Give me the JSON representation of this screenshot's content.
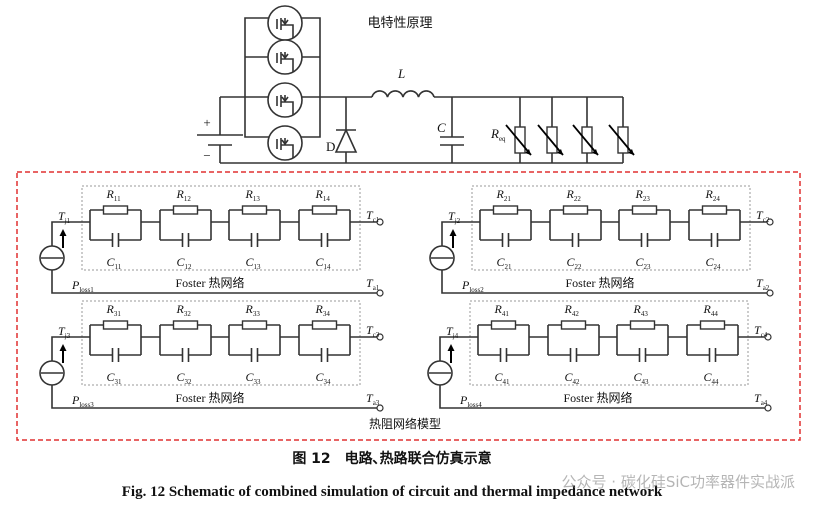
{
  "top_circuit": {
    "title": "电特性原理",
    "plus": "+",
    "minus": "−",
    "diode_label": "D",
    "inductor_label": "L",
    "capacitor_label": "C",
    "load_label": "R",
    "load_sub": "eq"
  },
  "thermal": {
    "box_label": "热阻网络模型",
    "networks": [
      {
        "tj": "j1",
        "tc": "c1",
        "ta": "a1",
        "ploss": "loss1",
        "r": [
          "11",
          "12",
          "13",
          "14"
        ],
        "c": [
          "11",
          "12",
          "13",
          "14"
        ],
        "label": "Foster 热网络"
      },
      {
        "tj": "j2",
        "tc": "c2",
        "ta": "a2",
        "ploss": "loss2",
        "r": [
          "21",
          "22",
          "23",
          "24"
        ],
        "c": [
          "21",
          "22",
          "23",
          "24"
        ],
        "label": "Foster 热网络"
      },
      {
        "tj": "j3",
        "tc": "c3",
        "ta": "a3",
        "ploss": "loss3",
        "r": [
          "31",
          "32",
          "33",
          "34"
        ],
        "c": [
          "31",
          "32",
          "33",
          "34"
        ],
        "label": "Foster 热网络"
      },
      {
        "tj": "j4",
        "tc": "c4",
        "ta": "a4",
        "ploss": "loss4",
        "r": [
          "41",
          "42",
          "43",
          "44"
        ],
        "c": [
          "41",
          "42",
          "43",
          "44"
        ],
        "label": "Foster 热网络"
      }
    ]
  },
  "caption": {
    "cn": "图 12　电路､热路联合仿真示意",
    "en": "Fig. 12 Schematic of combined simulation of circuit and thermal impedance network"
  },
  "watermark": "公众号 · 碳化硅SiC功率器件实战派",
  "colors": {
    "frame": "#e03030",
    "wire": "#333333"
  }
}
